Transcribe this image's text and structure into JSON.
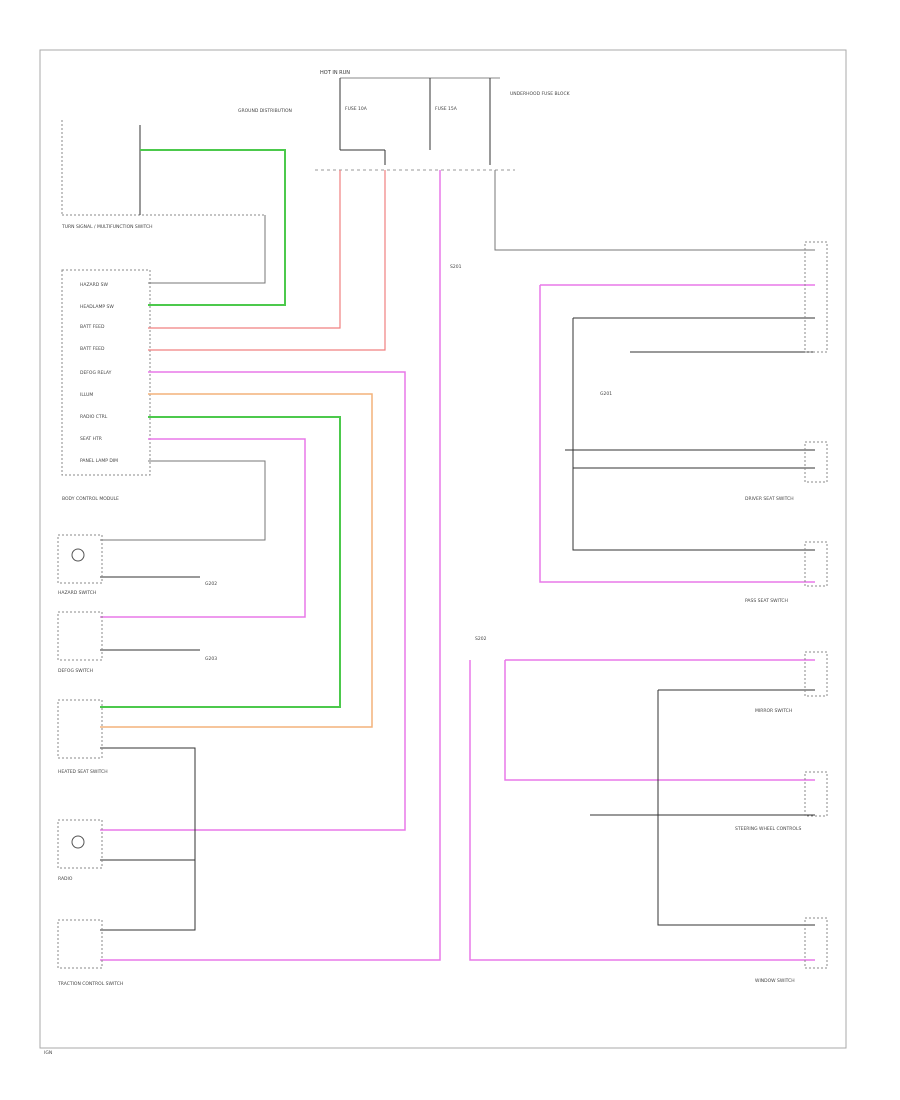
{
  "labels": {
    "fuse_source": "HOT IN RUN",
    "fuse1": "FUSE 10A",
    "fuse2": "FUSE 15A",
    "fuse_note": "UNDERHOOD FUSE BLOCK",
    "ground_ref": "GROUND DISTRIBUTION",
    "turn_switch": "TURN SIGNAL / MULTIFUNCTION SWITCH",
    "module": "BODY CONTROL MODULE",
    "pin1": "HAZARD SW",
    "pin2": "HEADLAMP SW",
    "pin3": "BATT FEED",
    "pin4": "BATT FEED",
    "pin5": "DEFOG RELAY",
    "pin6": "ILLUM",
    "pin7": "RADIO CTRL",
    "pin8": "SEAT HTR",
    "pin9": "PANEL LAMP DIM",
    "hazard_sw": "HAZARD SWITCH",
    "defog_sw": "DEFOG SWITCH",
    "heated_seat_sw": "HEATED SEAT SWITCH",
    "radio": "RADIO",
    "traction_sw": "TRACTION CONTROL SWITCH",
    "driver_seat_sw": "DRIVER SEAT SWITCH",
    "pass_seat_sw": "PASS SEAT SWITCH",
    "mirror_sw": "MIRROR SWITCH",
    "steering_ctrl": "STEERING WHEEL CONTROLS",
    "window_sw": "WINDOW SWITCH",
    "g1": "G201",
    "g2": "G202",
    "g3": "G203",
    "s1": "S201",
    "s2": "S202",
    "footer": "IGN"
  }
}
